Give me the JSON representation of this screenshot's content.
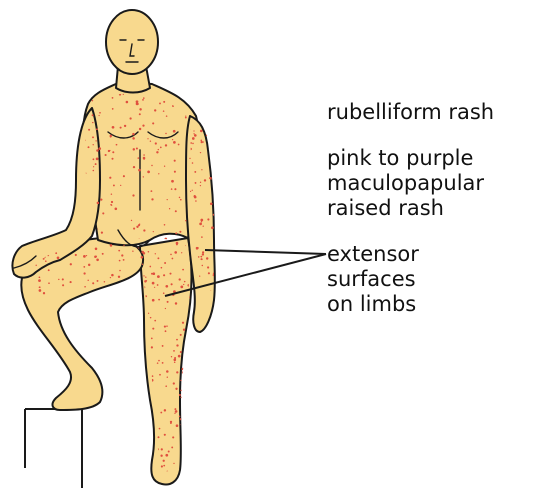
{
  "labels": {
    "title": "rubelliform rash",
    "description": "pink to purple\nmaculopapular\nraised rash",
    "site": "extensor\nsurfaces\non limbs"
  },
  "colors": {
    "skin": "#f8d98e",
    "outline": "#1a1a1a",
    "rash": "#e0503e",
    "text": "#111111"
  }
}
